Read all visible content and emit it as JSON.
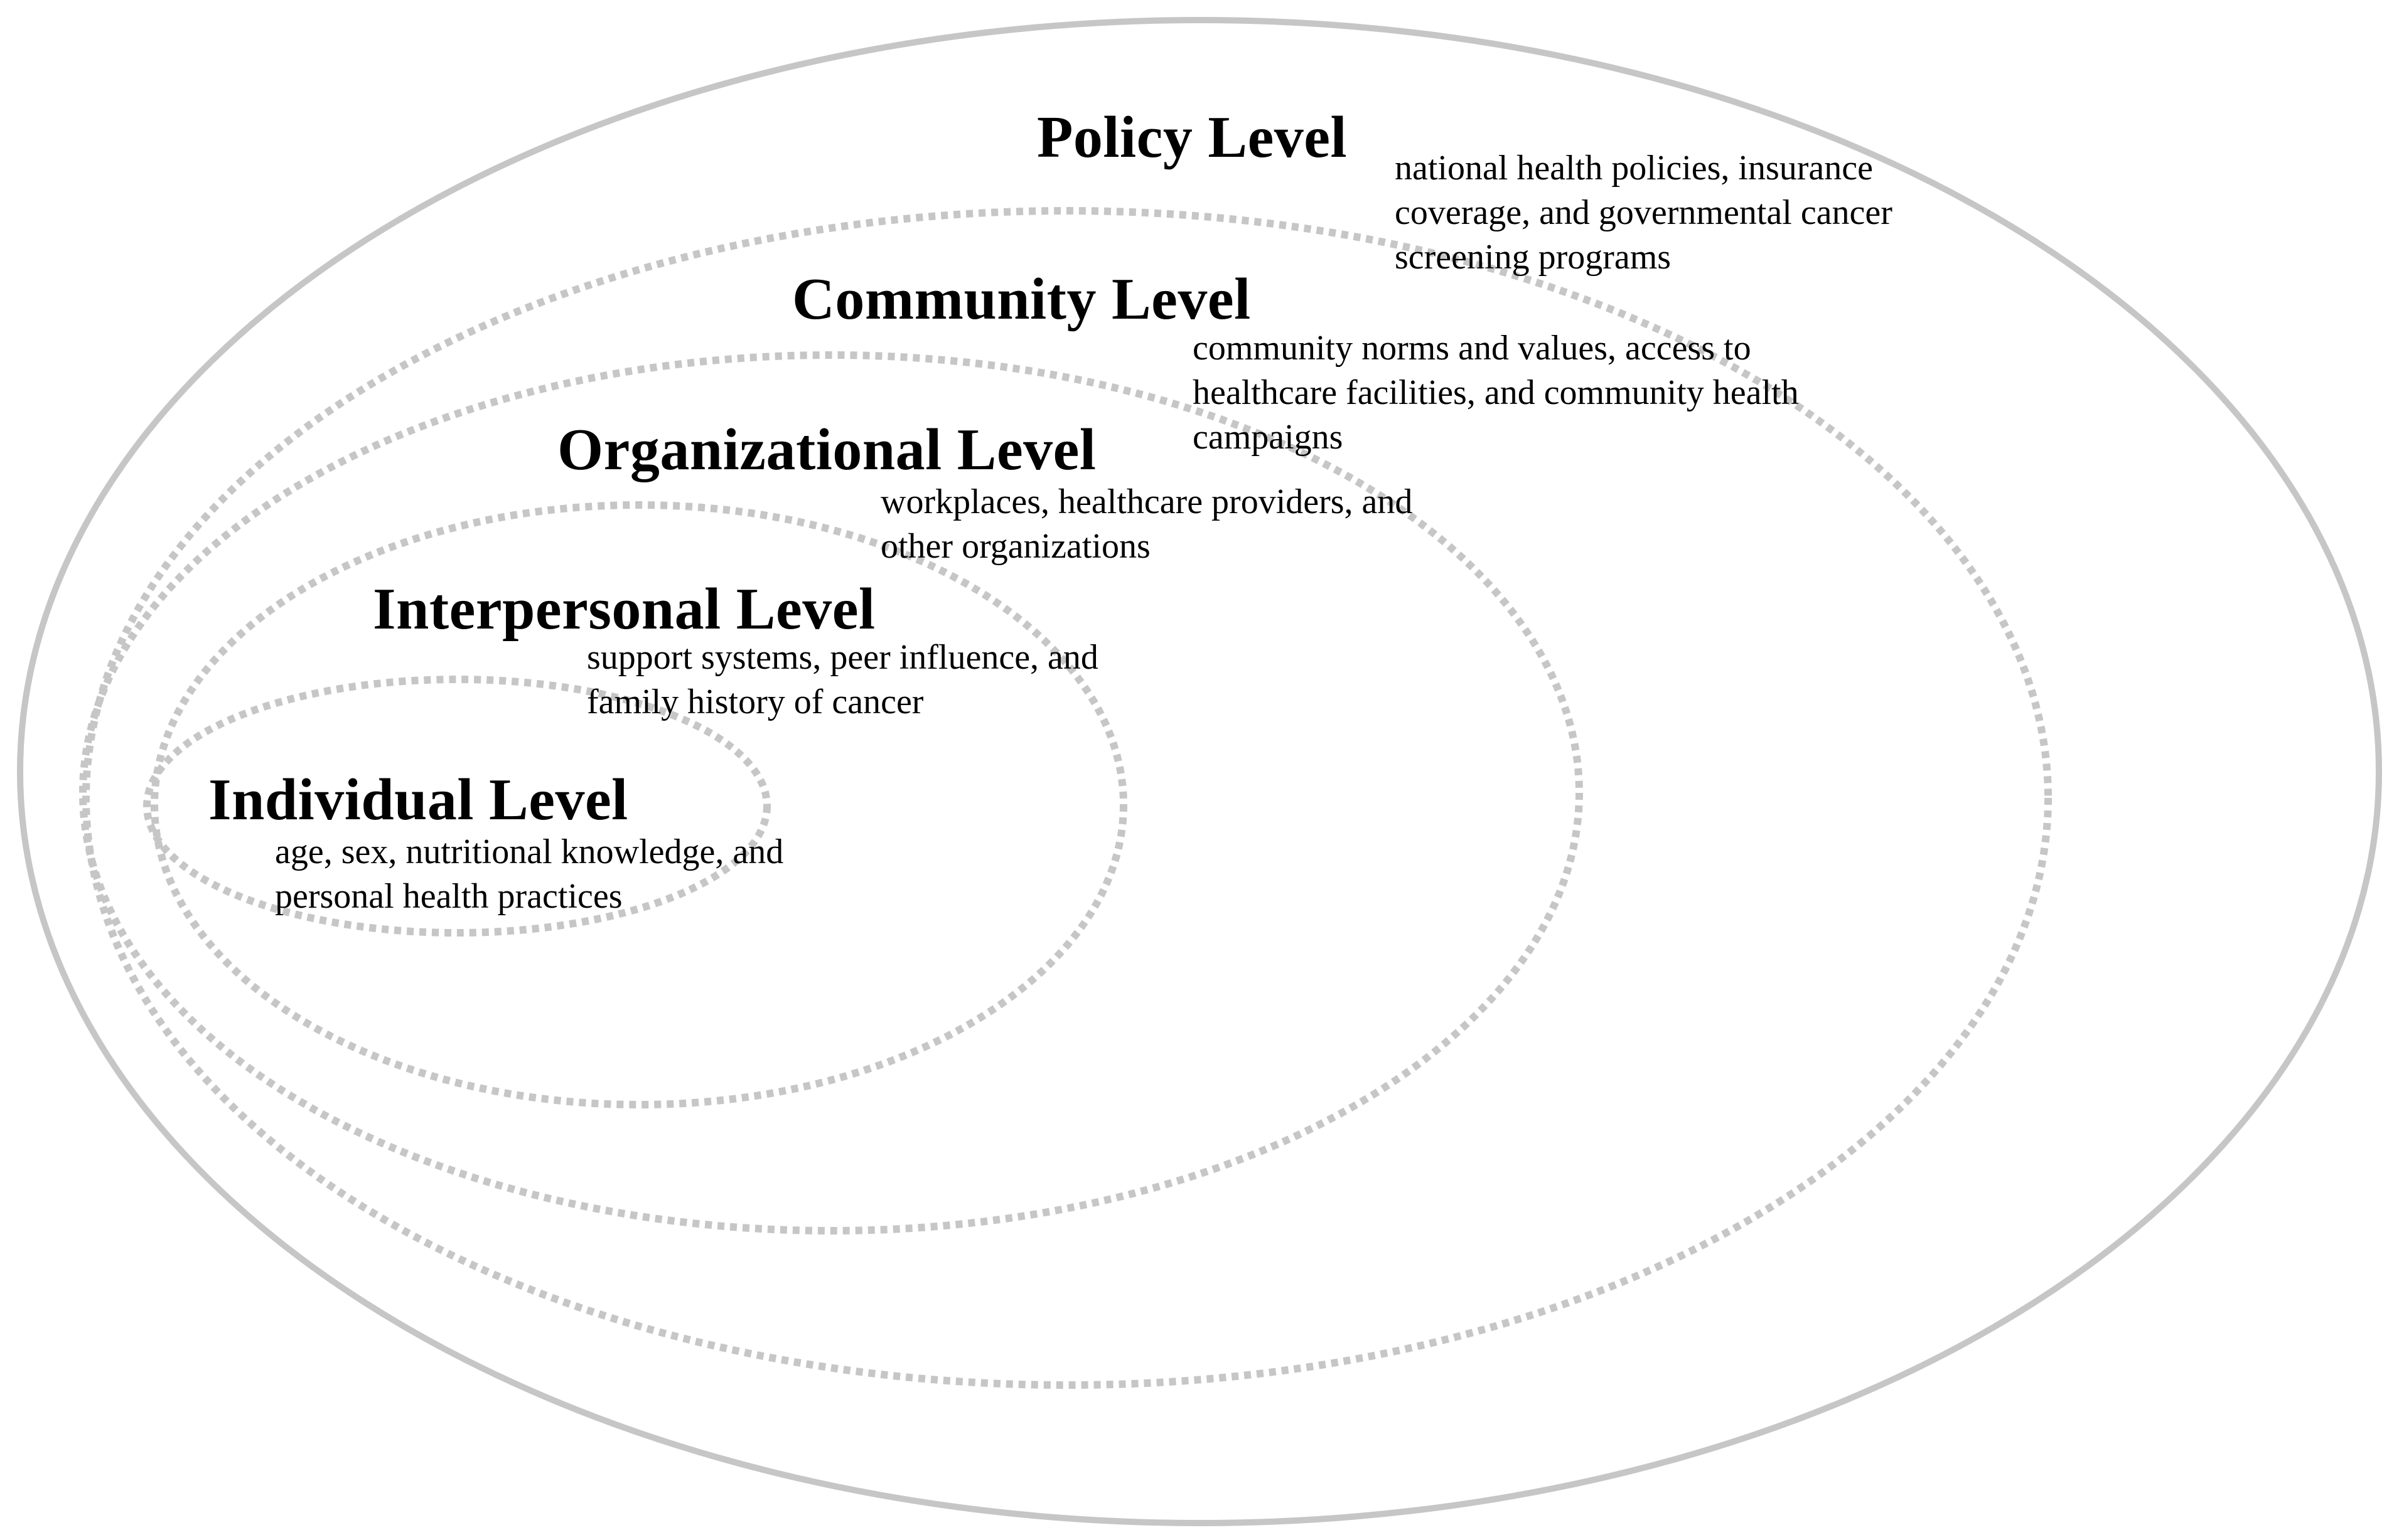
{
  "diagram": {
    "colors": {
      "ring_stroke": "#c6c6c6",
      "text": "#000000",
      "background": "#ffffff"
    },
    "levels": [
      {
        "id": "policy",
        "title": "Policy Level",
        "description": [
          "national health policies, insurance",
          "coverage, and governmental cancer",
          "screening programs"
        ]
      },
      {
        "id": "community",
        "title": "Community Level",
        "description": [
          "community norms and values, access to",
          "healthcare facilities, and community health",
          "campaigns"
        ]
      },
      {
        "id": "organizational",
        "title": "Organizational Level",
        "description": [
          "workplaces, healthcare providers, and",
          "other organizations"
        ]
      },
      {
        "id": "interpersonal",
        "title": "Interpersonal Level",
        "description": [
          "support systems, peer influence, and",
          "family history of cancer"
        ]
      },
      {
        "id": "individual",
        "title": "Individual Level",
        "description": [
          "age, sex, nutritional knowledge, and",
          "personal health practices"
        ]
      }
    ]
  }
}
